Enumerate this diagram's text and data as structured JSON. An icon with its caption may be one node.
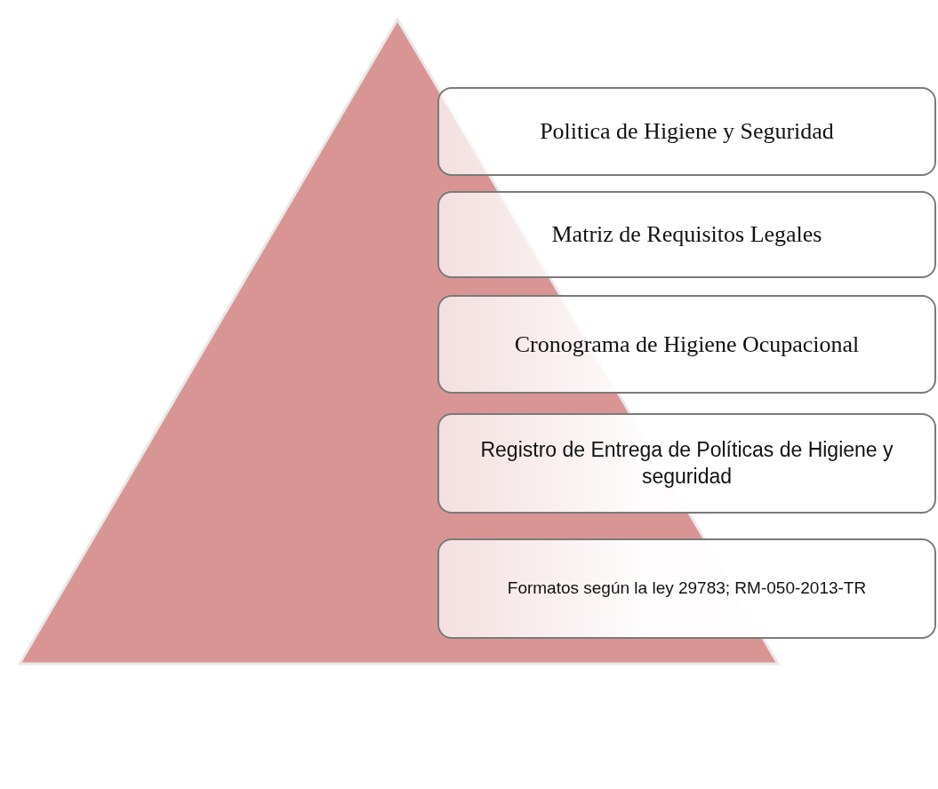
{
  "diagram": {
    "nodes": [
      {
        "text": [],
        "shape": "triangle"
      },
      {
        "text": [
          "Politica de Higiene y Seguridad"
        ]
      },
      {
        "text": [
          "Matriz de Requisitos Legales"
        ]
      },
      {
        "text": [
          "Cronograma de Higiene Ocupacional"
        ]
      },
      {
        "text": [
          "Registro de Entrega de Políticas de Higiene y seguridad"
        ]
      },
      {
        "text": [
          "Formatos según la ley 29783; RM-050-2013-TR"
        ]
      }
    ]
  }
}
